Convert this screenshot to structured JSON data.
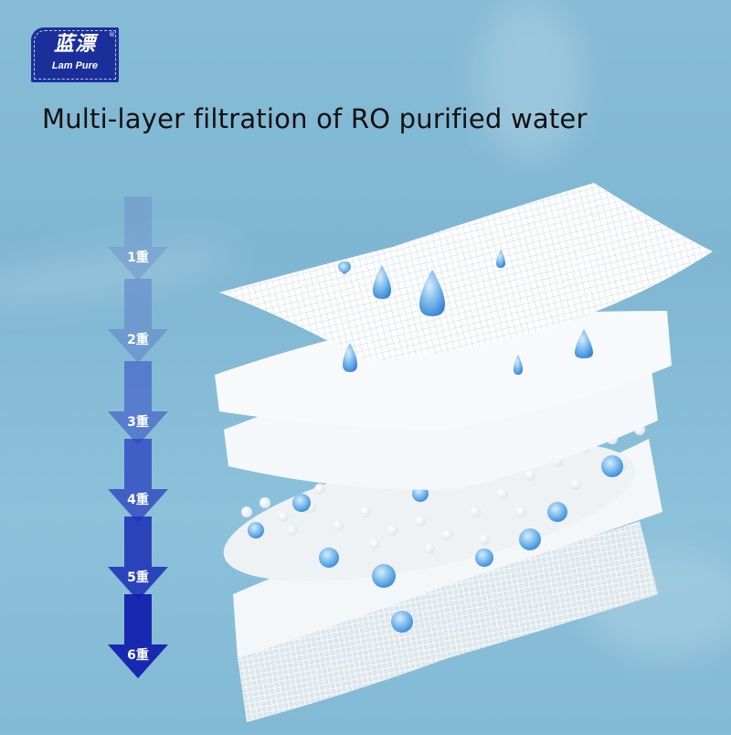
{
  "brand": {
    "name_cn": "蓝漂",
    "name_en": "Lam Pure",
    "registered_mark": "®",
    "color": "#1a2f9a"
  },
  "title": "Multi-layer filtration of RO purified water",
  "layers": [
    {
      "label": "1重",
      "color": "#6f95cc"
    },
    {
      "label": "2重",
      "color": "#6288cb"
    },
    {
      "label": "3重",
      "color": "#4462c8"
    },
    {
      "label": "4重",
      "color": "#2c45bf"
    },
    {
      "label": "5重",
      "color": "#1d30b6"
    },
    {
      "label": "6重",
      "color": "#1220ae"
    }
  ],
  "illustration": {
    "description": "Six stacked white filtration layers: grid mesh sheet with water droplets, fluffy cotton layer, smooth sheet, white and blue absorbent beads, smooth sheet, honeycomb mesh base",
    "accent_color": "#5aa8e6"
  }
}
